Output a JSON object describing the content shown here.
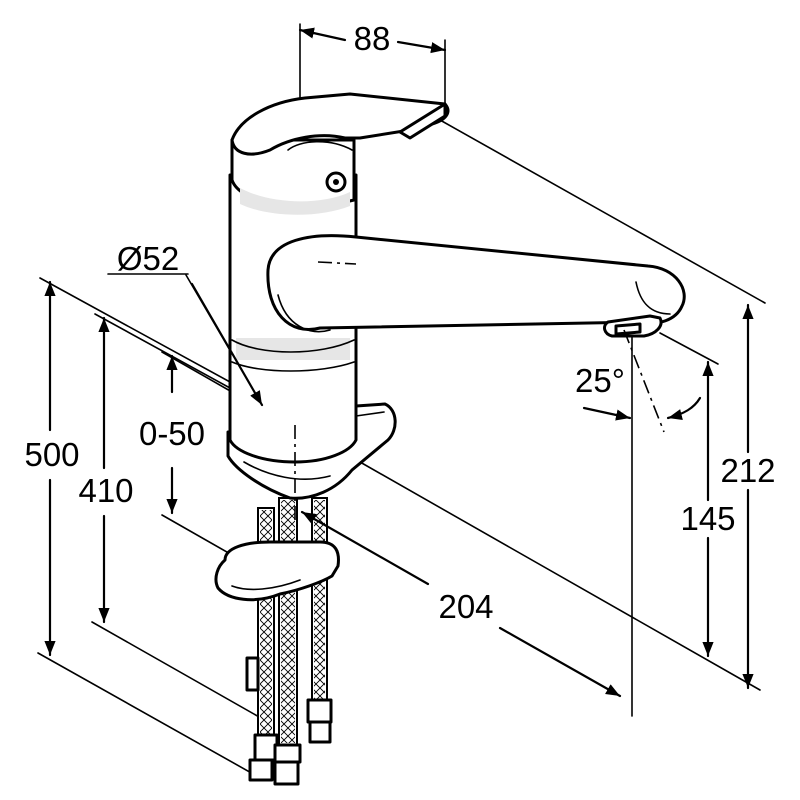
{
  "dimensions": {
    "handle_width": "88",
    "body_diameter": "Ø52",
    "adjust_range": "0-50",
    "total_height": "500",
    "hose_height": "410",
    "spout_reach": "204",
    "spout_angle": "25°",
    "overall_height": "212",
    "outlet_height": "145"
  }
}
